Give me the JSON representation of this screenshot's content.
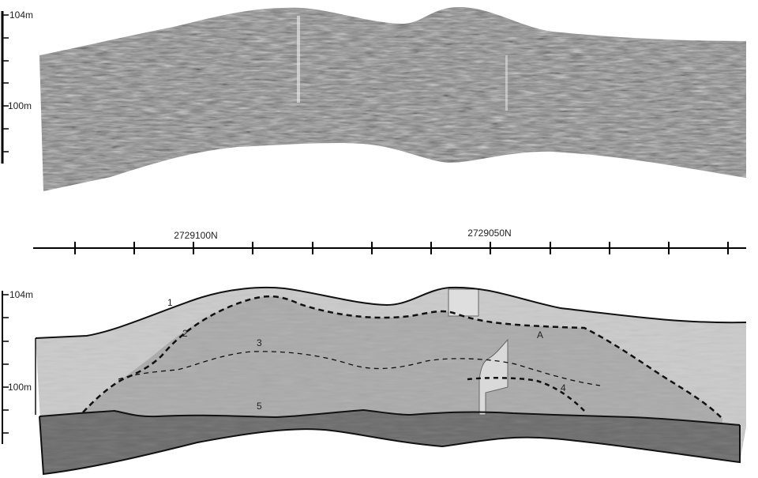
{
  "top_profile": {
    "depth_scale": {
      "top_label": "104m",
      "mid_label": "100m"
    }
  },
  "northing_scale": {
    "labels": [
      "2729100N",
      "2729050N"
    ]
  },
  "bottom_profile": {
    "depth_scale": {
      "top_label": "104m",
      "mid_label": "100m"
    },
    "unit_labels": [
      "1",
      "2",
      "3",
      "5",
      "A",
      "4"
    ]
  },
  "colors": {
    "unit1": "#c9c9c9",
    "unit2": "#a9a9a9",
    "unit5": "#6b6b6b",
    "intrusion": "#d9d9d9",
    "line": "#111111"
  }
}
